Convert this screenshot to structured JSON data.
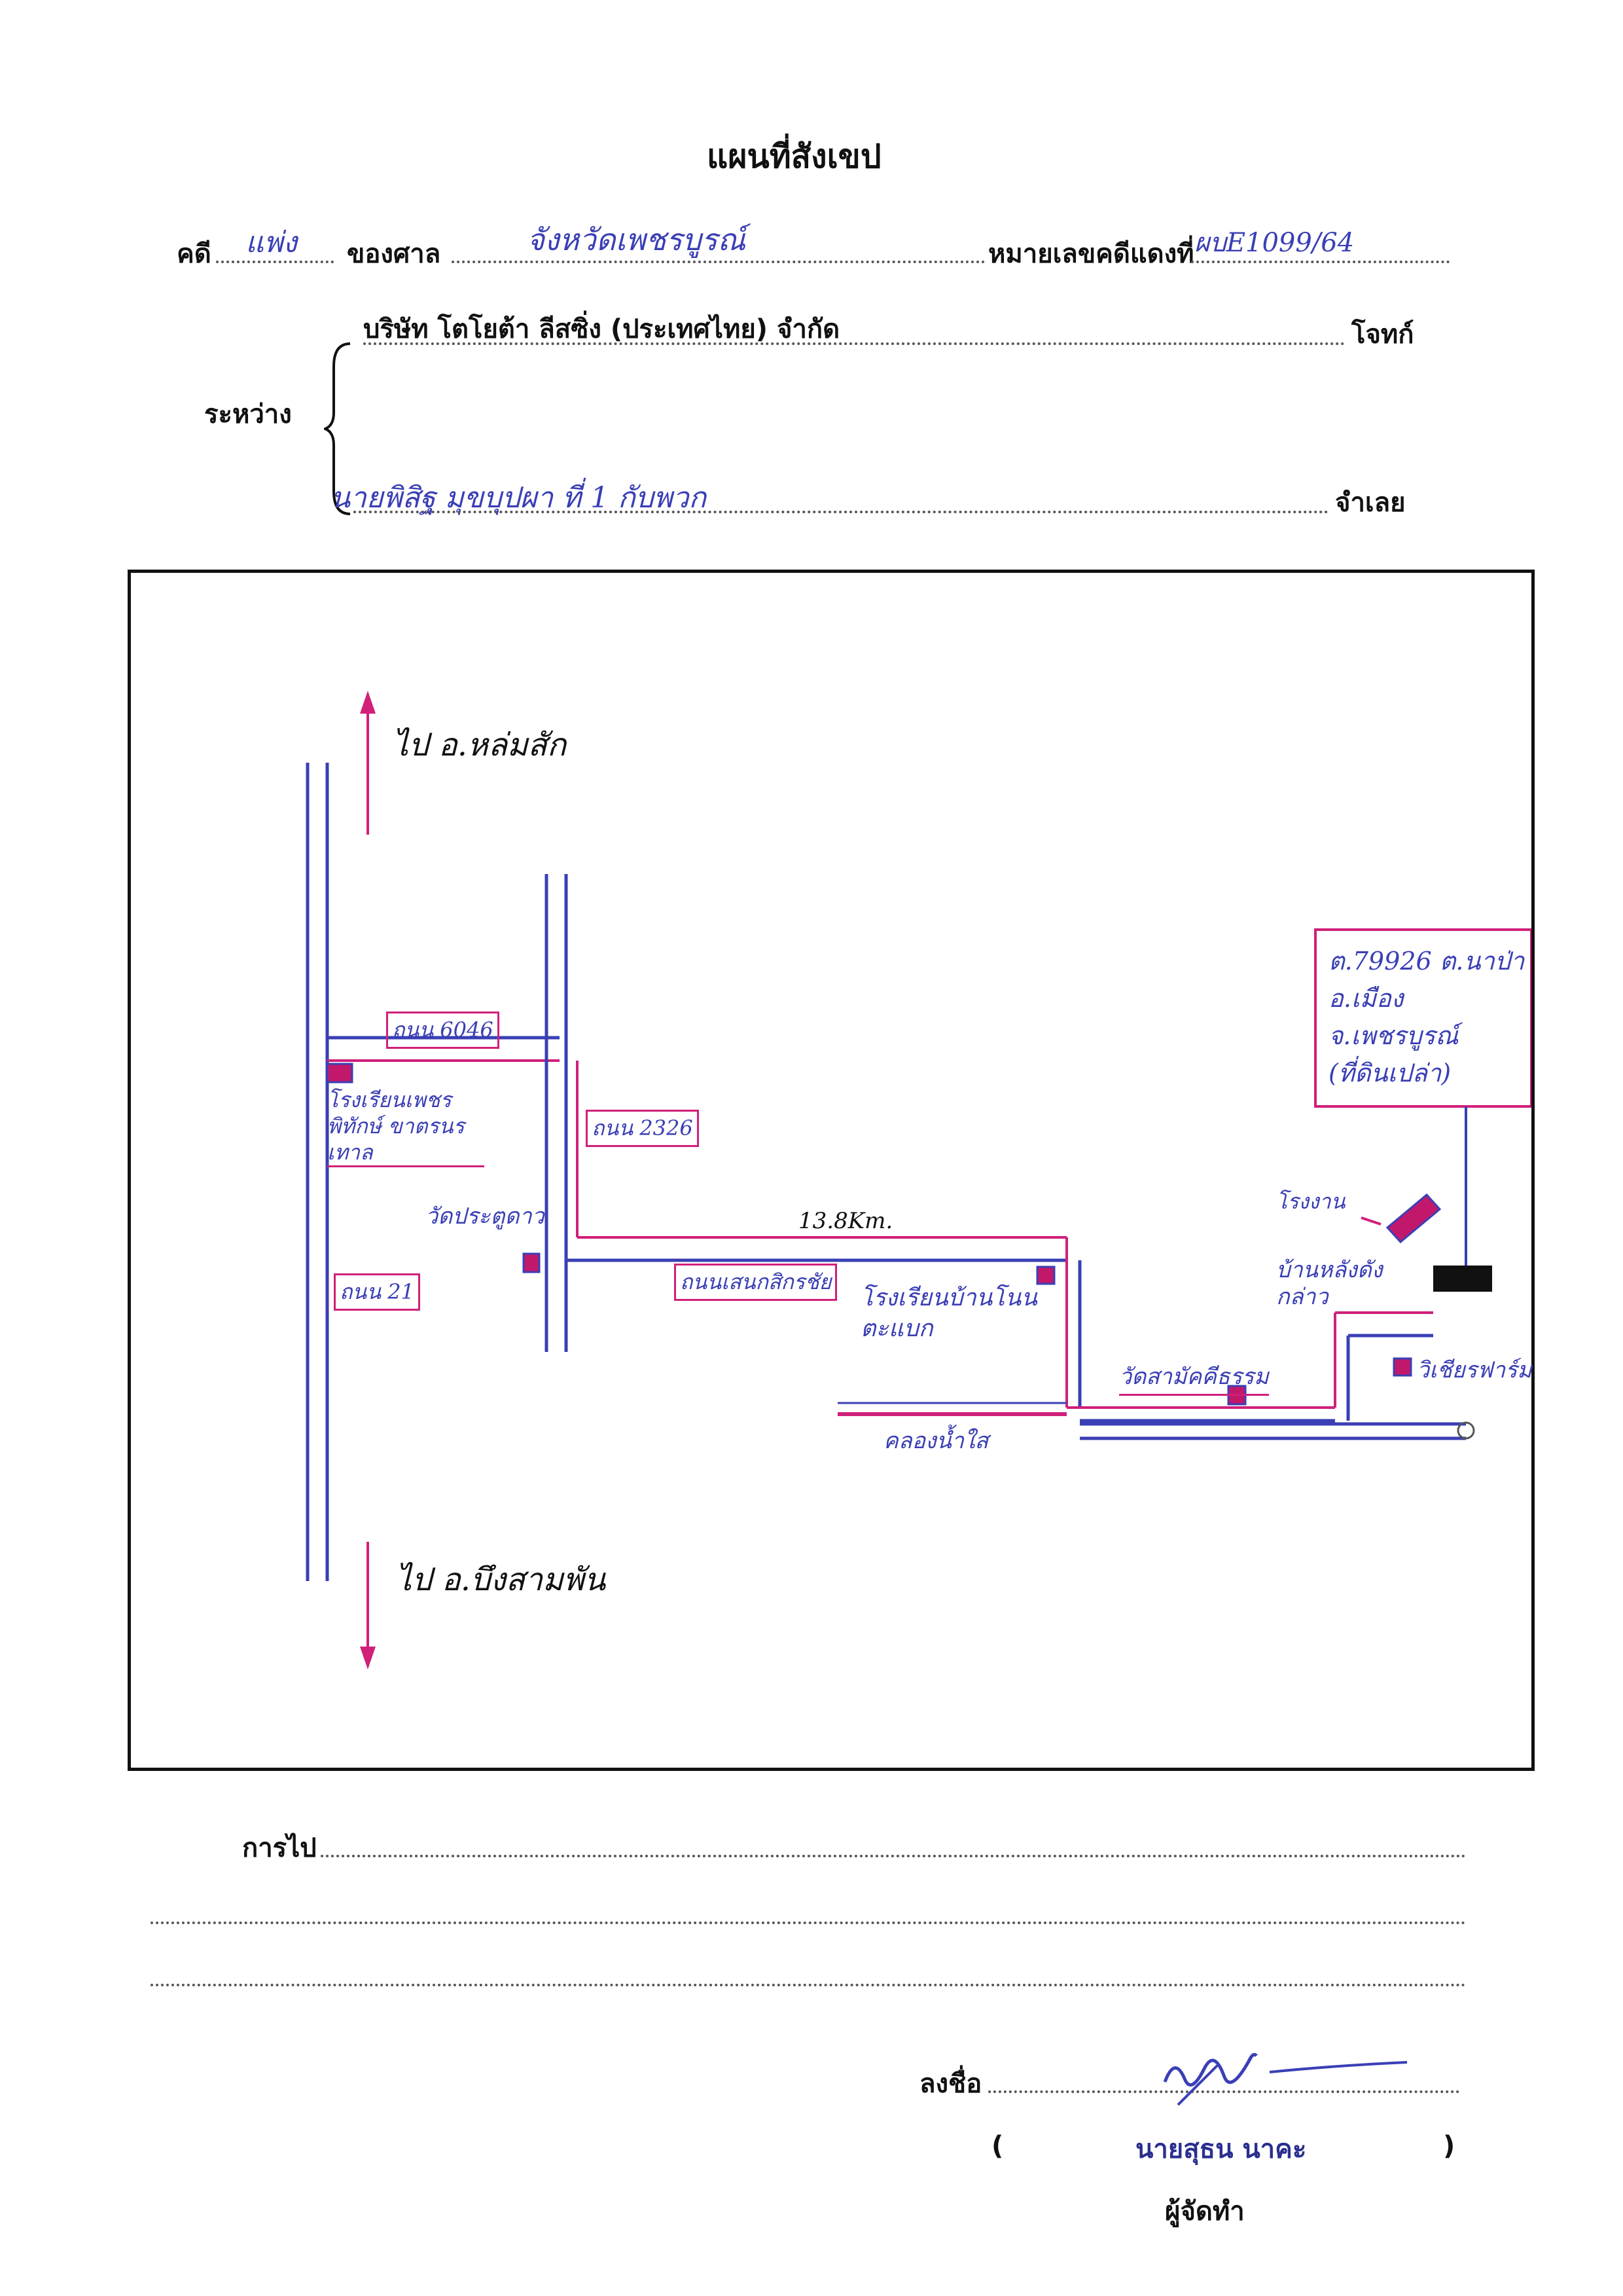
{
  "title": "แผนที่สังเขป",
  "case_line": {
    "case_label": "คดี",
    "case_type": "แพ่ง",
    "court_label": "ของศาล",
    "court_name": "จังหวัดเพชรบูรณ์",
    "red_no_label": "หมายเลขคดีแดงที่",
    "red_no": "ผบE1099/64"
  },
  "parties": {
    "between_label": "ระหว่าง",
    "plaintiff": "บริษัท โตโยต้า ลีสซิ่ง (ประเทศไทย) จำกัด",
    "plaintiff_label": "โจทก์",
    "defendant": "นายพิสิฐ มุขบุปผา ที่ 1 กับพวก",
    "defendant_label": "จำเลย"
  },
  "map": {
    "to_north": "ไป อ.หล่มสัก",
    "to_south": "ไป อ.บึงสามพัน",
    "road_1": "ถนน 6046",
    "road_2": "ถนน 2326",
    "road_3": "ถนน 21",
    "road_4": "ถนนเสนกสิกรชัย",
    "school_1": "โรงเรียนเพชรพิทักษ์ ขาตรนรเทาล",
    "temple_1": "วัดประตูดาว",
    "distance": "13.8Km.",
    "school_2": "โรงเรียนบ้านโนนตะแบก",
    "canal": "คลองน้ำใส",
    "temple_2": "วัดสามัคคีธรรม",
    "factory": "โรงงาน",
    "house": "บ้านหลังดังกล่าว",
    "farm": "วิเชียรฟาร์ม",
    "address_box": "ต.79926 ต.นาป่า อ.เมือง จ.เพชรบูรณ์ (ที่ดินเปล่า)"
  },
  "directions": {
    "label": "การไป"
  },
  "signature": {
    "sign_label": "ลงชื่อ",
    "paren_open": "(",
    "name": "นายสุธน นาคะ",
    "paren_close": ")",
    "role": "ผู้จัดทำ"
  },
  "colors": {
    "ink_blue": "#3a3fb5",
    "ink_pink": "#d0207a",
    "marker_fill": "#c2186b"
  }
}
